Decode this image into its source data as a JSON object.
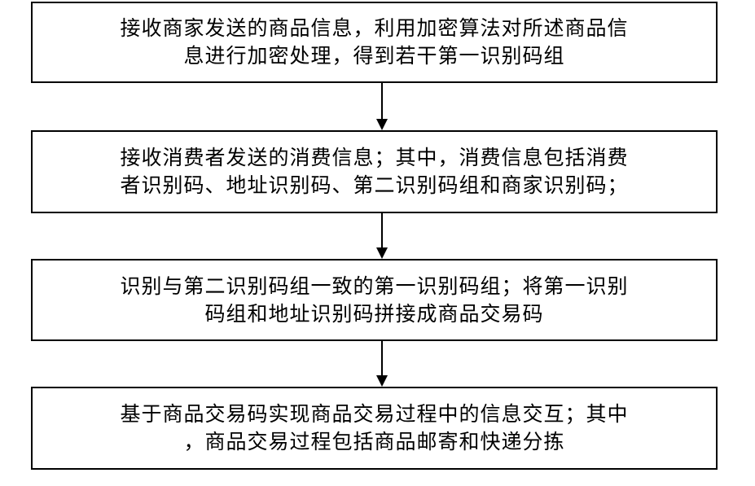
{
  "flowchart": {
    "steps": [
      {
        "lines": [
          "接收商家发送的商品信息，利用加密算法对所述商品信",
          "息进行加密处理，得到若干第一识别码组"
        ]
      },
      {
        "lines": [
          "接收消费者发送的消费信息；其中，消费信息包括消费",
          "者识别码、地址识别码、第二识别码组和商家识别码；"
        ]
      },
      {
        "lines": [
          "识别与第二识别码组一致的第一识别码组；将第一识别",
          "码组和地址识别码拼接成商品交易码"
        ]
      },
      {
        "lines": [
          "基于商品交易码实现商品交易过程中的信息交互；其中",
          "，商品交易过程包括商品邮寄和快递分拣"
        ]
      }
    ],
    "colors": {
      "border": "#000000",
      "text": "#000000",
      "arrow": "#000000",
      "background": "#ffffff"
    }
  }
}
